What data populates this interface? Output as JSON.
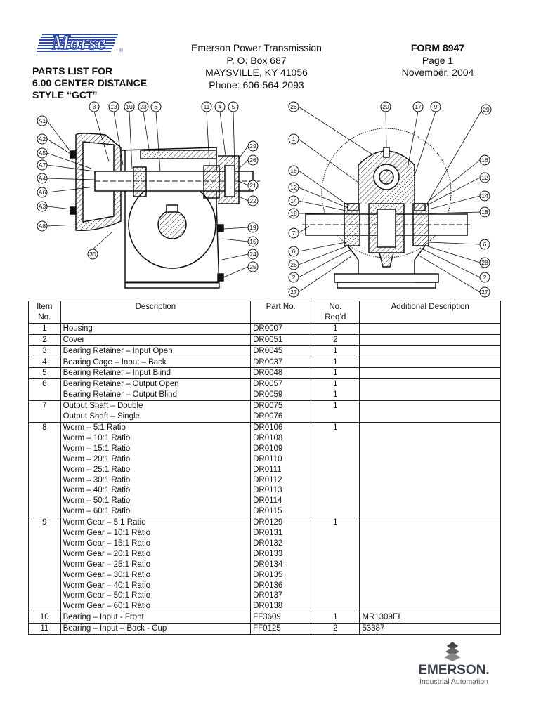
{
  "header": {
    "logo_text": "Morse",
    "title_lines": [
      "PARTS LIST FOR",
      "6.00 CENTER DISTANCE",
      "STYLE “GCT”"
    ],
    "company_lines": [
      "Emerson Power Transmission",
      "P. O. Box 687",
      "MAYSVILLE, KY 41056",
      "Phone: 606-564-2093"
    ],
    "form": "FORM 8947",
    "page": "Page 1",
    "date": "November, 2004"
  },
  "drawing": {
    "left_callouts": [
      "3",
      "13",
      "10",
      "23",
      "8",
      "11",
      "4",
      "5",
      "A1",
      "A2",
      "A5",
      "A7",
      "A4",
      "A6",
      "A3",
      "A8",
      "29",
      "26",
      "21",
      "22",
      "19",
      "15",
      "24",
      "25",
      "30"
    ],
    "right_callouts": [
      "26",
      "20",
      "17",
      "9",
      "29",
      "1",
      "16",
      "12",
      "14",
      "18",
      "7",
      "6",
      "28",
      "2",
      "27",
      "16",
      "12",
      "14",
      "18",
      "6",
      "28",
      "2",
      "27"
    ]
  },
  "table": {
    "headers": [
      "Item No.",
      "Description",
      "Part No.",
      "No. Req’d",
      "Additional Description"
    ],
    "rows": [
      {
        "item": "1",
        "desc": [
          "Housing"
        ],
        "part": [
          "DR0007"
        ],
        "req": [
          "1"
        ],
        "add": ""
      },
      {
        "item": "2",
        "desc": [
          "Cover"
        ],
        "part": [
          "DR0051"
        ],
        "req": [
          "2"
        ],
        "add": ""
      },
      {
        "item": "3",
        "desc": [
          "Bearing Retainer – Input Open"
        ],
        "part": [
          "DR0045"
        ],
        "req": [
          "1"
        ],
        "add": ""
      },
      {
        "item": "4",
        "desc": [
          "Bearing Cage – Input – Back"
        ],
        "part": [
          "DR0037"
        ],
        "req": [
          "1"
        ],
        "add": ""
      },
      {
        "item": "5",
        "desc": [
          "Bearing Retainer – Input Blind"
        ],
        "part": [
          "DR0048"
        ],
        "req": [
          "1"
        ],
        "add": ""
      },
      {
        "item": "6",
        "desc": [
          "Bearing Retainer – Output Open",
          "Bearing Retainer – Output Blind"
        ],
        "part": [
          "DR0057",
          "DR0059"
        ],
        "req": [
          "1",
          "1"
        ],
        "add": ""
      },
      {
        "item": "7",
        "desc": [
          "Output Shaft – Double",
          "Output Shaft – Single"
        ],
        "part": [
          "DR0075",
          "DR0076"
        ],
        "req": [
          "1"
        ],
        "add": ""
      },
      {
        "item": "8",
        "desc": [
          "Worm – 5:1 Ratio",
          "Worm – 10:1 Ratio",
          "Worm – 15:1 Ratio",
          "Worm – 20:1 Ratio",
          "Worm – 25:1 Ratio",
          "Worm – 30:1 Ratio",
          "Worm – 40:1 Ratio",
          "Worm – 50:1 Ratio",
          "Worm – 60:1 Ratio"
        ],
        "part": [
          "DR0106",
          "DR0108",
          "DR0109",
          "DR0110",
          "DR0111",
          "DR0112",
          "DR0113",
          "DR0114",
          "DR0115"
        ],
        "req": [
          "1"
        ],
        "add": ""
      },
      {
        "item": "9",
        "desc": [
          "Worm Gear – 5:1 Ratio",
          "Worm Gear – 10:1 Ratio",
          "Worm Gear – 15:1 Ratio",
          "Worm Gear – 20:1 Ratio",
          "Worm Gear – 25:1 Ratio",
          "Worm Gear – 30:1 Ratio",
          "Worm Gear – 40:1 Ratio",
          "Worm Gear – 50:1 Ratio",
          "Worm Gear – 60:1 Ratio"
        ],
        "part": [
          "DR0129",
          "DR0131",
          "DR0132",
          "DR0133",
          "DR0134",
          "DR0135",
          "DR0136",
          "DR0137",
          "DR0138"
        ],
        "req": [
          "1"
        ],
        "add": ""
      },
      {
        "item": "10",
        "desc": [
          "Bearing – Input - Front"
        ],
        "part": [
          "FF3609"
        ],
        "req": [
          "1"
        ],
        "add": "MR1309EL"
      },
      {
        "item": "11",
        "desc": [
          "Bearing – Input – Back - Cup"
        ],
        "part": [
          "FF0125"
        ],
        "req": [
          "2"
        ],
        "add": "53387"
      }
    ]
  },
  "footer": {
    "emerson_brand": "EMERSON.",
    "emerson_sub": "Industrial Automation"
  }
}
